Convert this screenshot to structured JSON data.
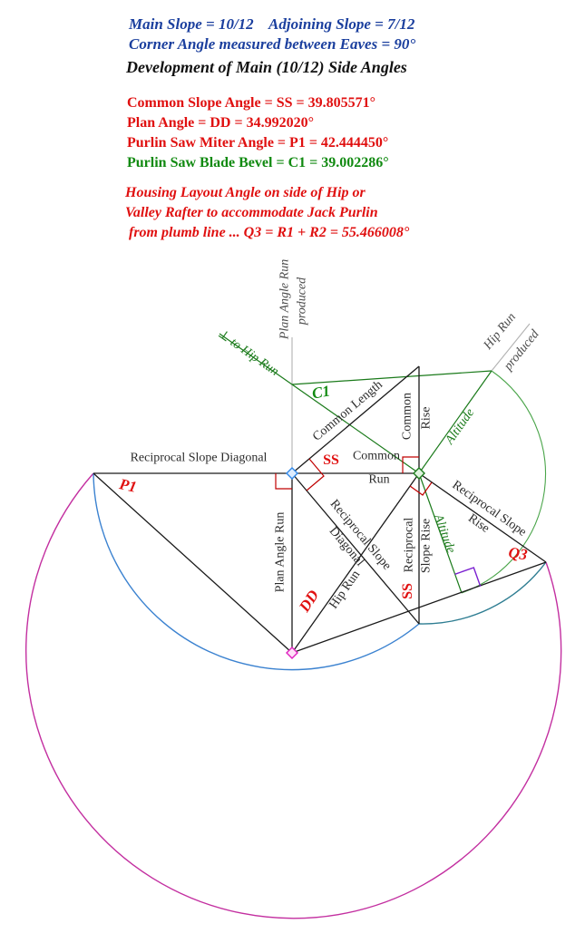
{
  "header": {
    "line1": "Main Slope = 10/12    Adjoining Slope = 7/12",
    "line2": "Corner Angle measured between Eaves = 90°",
    "title": "Development of Main (10/12) Side Angles"
  },
  "angle_results": [
    {
      "text": "Common Slope Angle = SS = 39.805571°",
      "color": "red"
    },
    {
      "text": "Plan Angle = DD = 34.992020°",
      "color": "red"
    },
    {
      "text": "Purlin Saw Miter Angle = P1 = 42.444450°",
      "color": "red"
    },
    {
      "text": "Purlin Saw Blade Bevel = C1 = 39.002286°",
      "color": "green"
    }
  ],
  "housing_note": {
    "line1": "Housing Layout Angle on side of Hip or",
    "line2": "Valley Rafter to accommodate Jack Purlin",
    "line3": " from plumb line ... Q3 = R1 + R2 = 55.466008°"
  },
  "diagram": {
    "labels": {
      "reciprocal_slope_diagonal": "Reciprocal Slope Diagonal",
      "common_word": "Common",
      "run_word": "Run",
      "rise_word": "Rise",
      "common_length": "Common Length",
      "plan_angle_run": "Plan Angle Run",
      "produced": "produced",
      "perp_to_hip_run": "⊥ to Hip Run",
      "hip_run": "Hip Run",
      "altitude": "Altitude",
      "reciprocal": "Reciprocal",
      "slope_rise": "Slope Rise",
      "reciprocal_slope": "Reciprocal Slope",
      "diagonal": "Diagonal"
    },
    "angle_letters": {
      "ss": "SS",
      "dd": "DD",
      "p1": "P1",
      "c1": "C1",
      "q3": "Q3"
    }
  },
  "colors": {
    "heading_blue": "#1b3f9e",
    "red": "#e01010",
    "green_letter": "#118a11",
    "line_black": "#1a1a1a",
    "line_gray": "#b2b2b2",
    "line_green": "#1a7a1a",
    "arc_blue": "#3b82d0",
    "arc_teal": "#2e7d92",
    "arc_magenta": "#c32fa0",
    "arc_green": "#4aa54a",
    "marker_red": "#c00000",
    "marker_purple": "#7a1fd0",
    "point_blue": "#2e86e8",
    "point_magenta": "#e020c0",
    "label_dark": "#2b2b2b",
    "label_gray": "#4a4a4a"
  }
}
